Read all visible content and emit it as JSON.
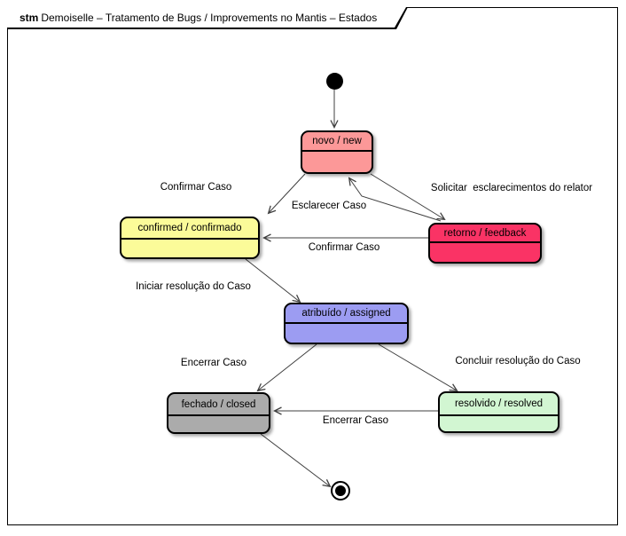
{
  "frame": {
    "keyword": "stm",
    "title": "Demoiselle – Tratamento de Bugs / Improvements no Mantis – Estados"
  },
  "states": {
    "novo": {
      "label": "novo / new",
      "fill": "#FC9898"
    },
    "confirmed": {
      "label": "confirmed / confirmado",
      "fill": "#FBFB99"
    },
    "retorno": {
      "label": "retorno / feedback",
      "fill": "#FA3365"
    },
    "atribuido": {
      "label": "atribuído / assigned",
      "fill": "#9C9CF2"
    },
    "fechado": {
      "label": "fechado / closed",
      "fill": "#ABABAB"
    },
    "resolvido": {
      "label": "resolvido / resolved",
      "fill": "#D2F6D2"
    }
  },
  "transitions": {
    "novo_to_confirmed": {
      "label": "Confirmar Caso"
    },
    "retorno_to_novo": {
      "label": "Esclarecer Caso"
    },
    "novo_to_retorno": {
      "label": "Solicitar  esclarecimentos do relator"
    },
    "retorno_to_confirmed": {
      "label": "Confirmar Caso"
    },
    "confirmed_to_atribuido": {
      "label": "Iniciar resolução do Caso"
    },
    "atribuido_to_fechado": {
      "label": "Encerrar Caso"
    },
    "atribuido_to_resolvido": {
      "label": "Concluir resolução do Caso"
    },
    "resolvido_to_fechado": {
      "label": "Encerrar Caso"
    }
  },
  "colors": {
    "edge": "#3f3f3f",
    "frame_border": "#000000"
  }
}
